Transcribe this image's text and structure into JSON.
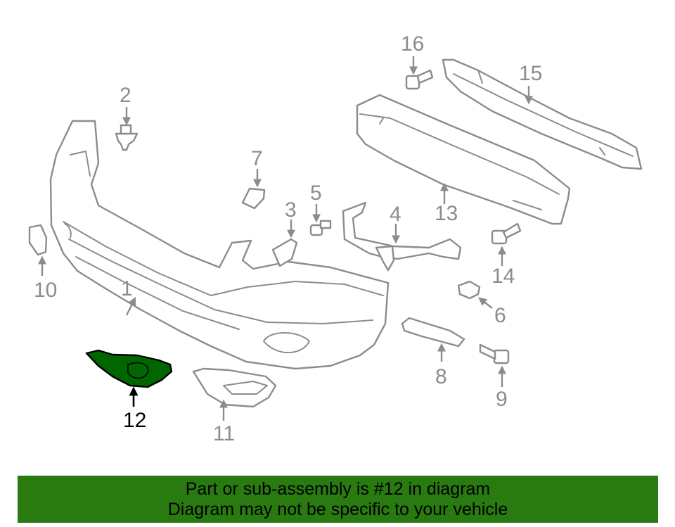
{
  "diagram": {
    "callouts": [
      "1",
      "2",
      "3",
      "4",
      "5",
      "6",
      "7",
      "8",
      "9",
      "10",
      "11",
      "12",
      "13",
      "14",
      "15",
      "16"
    ],
    "highlighted_callout": "12",
    "highlight_color": "#006600",
    "line_color": "#8c8c8c"
  },
  "banner": {
    "line1": "Part or sub-assembly is #12 in diagram",
    "line2": "Diagram may not be specific to your vehicle",
    "background": "#2a7a12"
  }
}
